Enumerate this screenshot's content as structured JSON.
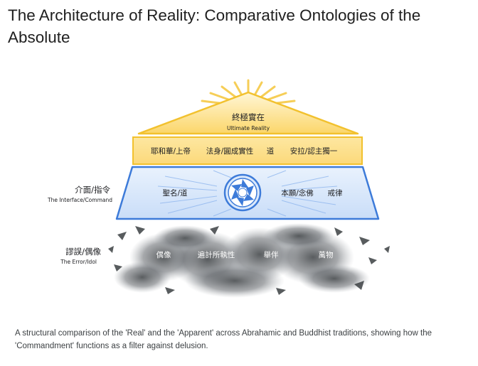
{
  "title": "The Architecture of Reality: Comparative Ontologies of the Absolute",
  "diagram": {
    "roof": {
      "label_cn": "終極實在",
      "label_en": "Ultimate Reality",
      "items": [
        "耶和華/上帝",
        "法身/圓成實性",
        "道",
        "安拉/認主獨一"
      ]
    },
    "interface": {
      "side_label_cn": "介面/指令",
      "side_label_en": "The Interface/Command",
      "items": [
        "聖名/道",
        "本願/念佛",
        "戒律"
      ]
    },
    "error": {
      "side_label_cn": "謬誤/偶像",
      "side_label_en": "The Error/Idol",
      "items": [
        "偶像",
        "遍計所執性",
        "舉伴",
        "萬物"
      ]
    },
    "colors": {
      "gold": "#f6c945",
      "gold_light": "#fde7a1",
      "blue": "#3d7bd9",
      "blue_light": "#dbe9fb",
      "smoke": "#5f6368"
    },
    "icons": [
      "aperture-icon",
      "sunburst-icon"
    ]
  },
  "caption": "A structural comparison of the 'Real' and the 'Apparent' across Abrahamic and Buddhist traditions, showing how the 'Commandment' functions as a filter against delusion."
}
